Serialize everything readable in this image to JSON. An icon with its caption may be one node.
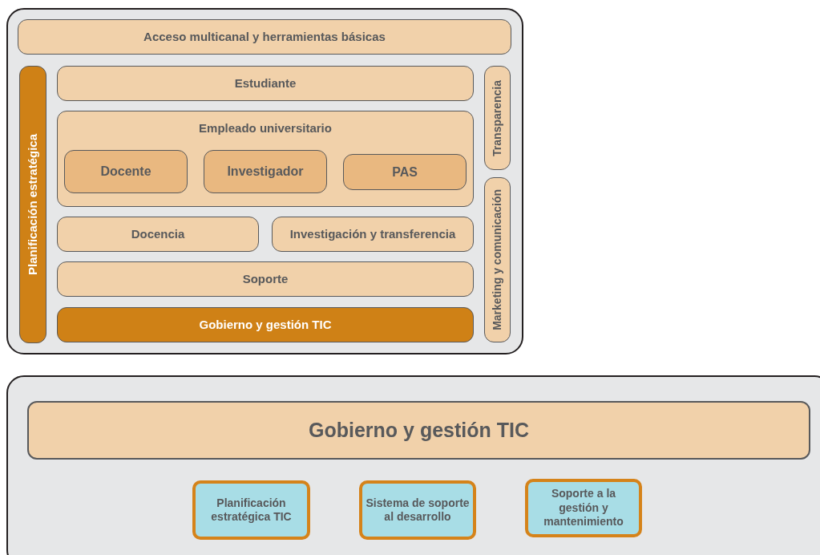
{
  "diagram": {
    "nodes": [
      {
        "text": [],
        "shape": "box"
      },
      {
        "text": [
          "Acceso multicanal y herramientas básicas"
        ],
        "in": 0
      },
      {
        "text": [
          "Planificación estratégica"
        ],
        "in": 0
      },
      {
        "text": [
          "Estudiante"
        ],
        "in": 0
      },
      {
        "text": [
          "Empleado universitario"
        ],
        "in": 0
      },
      {
        "text": [
          "Docente"
        ],
        "in": 4
      },
      {
        "text": [
          "Investigador"
        ],
        "in": 4
      },
      {
        "text": [
          "PAS"
        ],
        "in": 4
      },
      {
        "text": [
          "Docencia"
        ],
        "in": 0
      },
      {
        "text": [
          "Investigación y transferencia"
        ],
        "in": 0
      },
      {
        "text": [
          "Soporte"
        ],
        "in": 0
      },
      {
        "text": [
          "Gobierno y gestión TIC"
        ],
        "in": 0
      },
      {
        "text": [
          "Transparencia"
        ],
        "in": 0
      },
      {
        "text": [
          "Marketing y comunicación"
        ],
        "in": 0
      },
      {
        "text": [],
        "shape": "box"
      },
      {
        "text": [
          "Gobierno y gestión TIC"
        ],
        "in": 14
      },
      {
        "text": [
          "Planificación estratégica TIC"
        ],
        "in": 14
      },
      {
        "text": [
          "Sistema de soporte al desarrollo"
        ],
        "in": 14
      },
      {
        "text": [
          "Soporte a la gestión y mantenimiento"
        ],
        "in": 14
      }
    ]
  }
}
